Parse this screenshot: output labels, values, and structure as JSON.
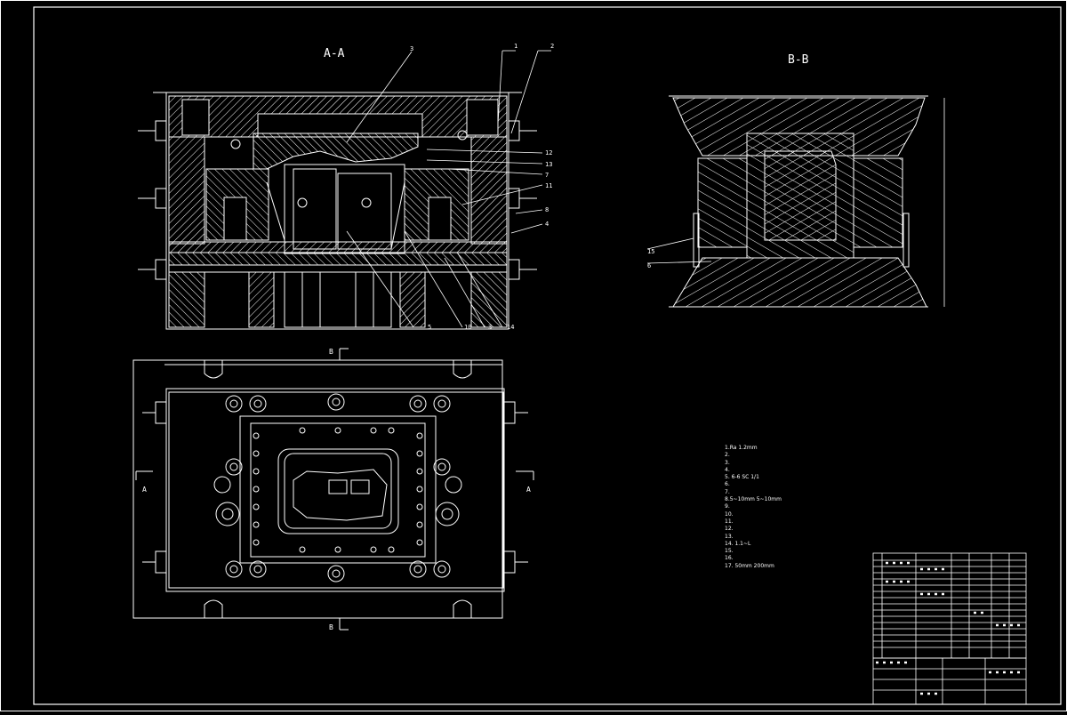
{
  "drawing": {
    "section_aa": "A-A",
    "section_bb": "B-B",
    "cut_a_left": "A",
    "cut_a_right": "A",
    "cut_b_top": "B",
    "cut_b_bottom": "B"
  },
  "callouts_aa": [
    "3",
    "1",
    "2",
    "12",
    "13",
    "7",
    "11",
    "8",
    "4",
    "5",
    "10",
    "3",
    "14"
  ],
  "callouts_bb": [
    "15",
    "6"
  ],
  "notes": {
    "items": [
      "1.Ra 1.2mm",
      "2.",
      "3.",
      "4.",
      "5. 6-6 SC 1/1",
      "6.",
      "7.",
      "8.5~10mm  5~10mm",
      "9.",
      "10.",
      "11.",
      "12.",
      "13.",
      "14. 1.1~L",
      "15.",
      "16.",
      "17. 50mm  200mm"
    ]
  },
  "colors": {
    "line": "#ffffff",
    "hatch": "#ffffff",
    "background": "#000000"
  }
}
